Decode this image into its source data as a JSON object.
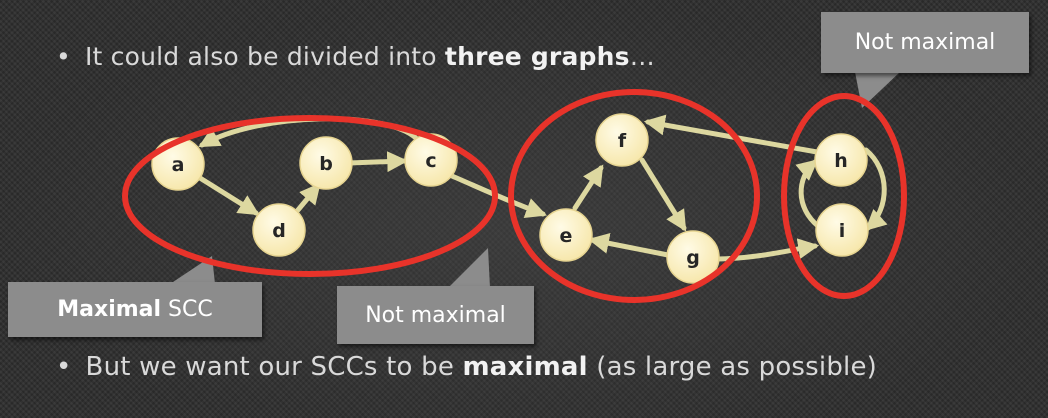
{
  "bullets": {
    "top": {
      "marker": "•",
      "before": "It could also be divided into ",
      "bold": "three graphs",
      "after": "…"
    },
    "bottom": {
      "marker": "•",
      "before": "But we want our SCCs to be ",
      "bold": "maximal",
      "after": " (as large as possible)"
    }
  },
  "callouts": {
    "left": {
      "bold": "Maximal",
      "text": "SCC"
    },
    "middle": {
      "text": "Not maximal"
    },
    "right": {
      "text": "Not maximal"
    }
  },
  "nodes": {
    "a": "a",
    "b": "b",
    "c": "c",
    "d": "d",
    "e": "e",
    "f": "f",
    "g": "g",
    "h": "h",
    "i": "i"
  },
  "colors": {
    "node_fill": "#fdf2c8",
    "node_stroke": "#e0d090",
    "edge": "#ddd8a0",
    "ring": "#e8332a",
    "callout": "#8c8c8c"
  }
}
